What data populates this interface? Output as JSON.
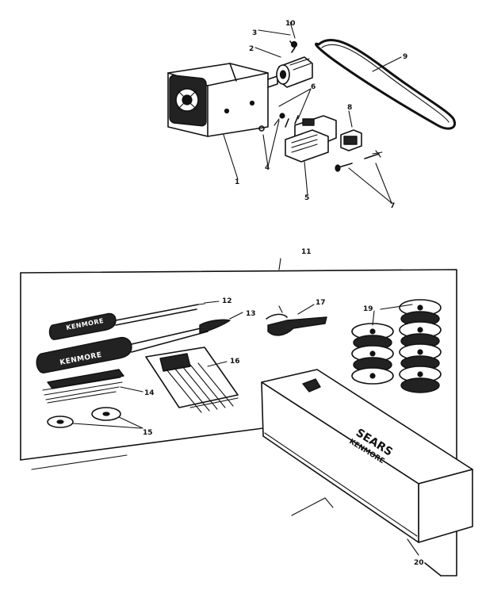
{
  "callouts": {
    "c1": "1",
    "c2": "2",
    "c3": "3",
    "c4": "4",
    "c5": "5",
    "c6": "6",
    "c7": "7",
    "c8": "8",
    "c9": "9",
    "c10": "10",
    "c11": "11",
    "c12": "12",
    "c13": "13",
    "c14": "14",
    "c15": "15",
    "c16": "16",
    "c17": "17",
    "c19": "19",
    "c20": "20"
  },
  "labels": {
    "screwdriver_small_brand": "KENMORE",
    "screwdriver_large_brand": "KENMORE",
    "box_brand_line1": "SEARS",
    "box_brand_line2": "KENMORE"
  }
}
